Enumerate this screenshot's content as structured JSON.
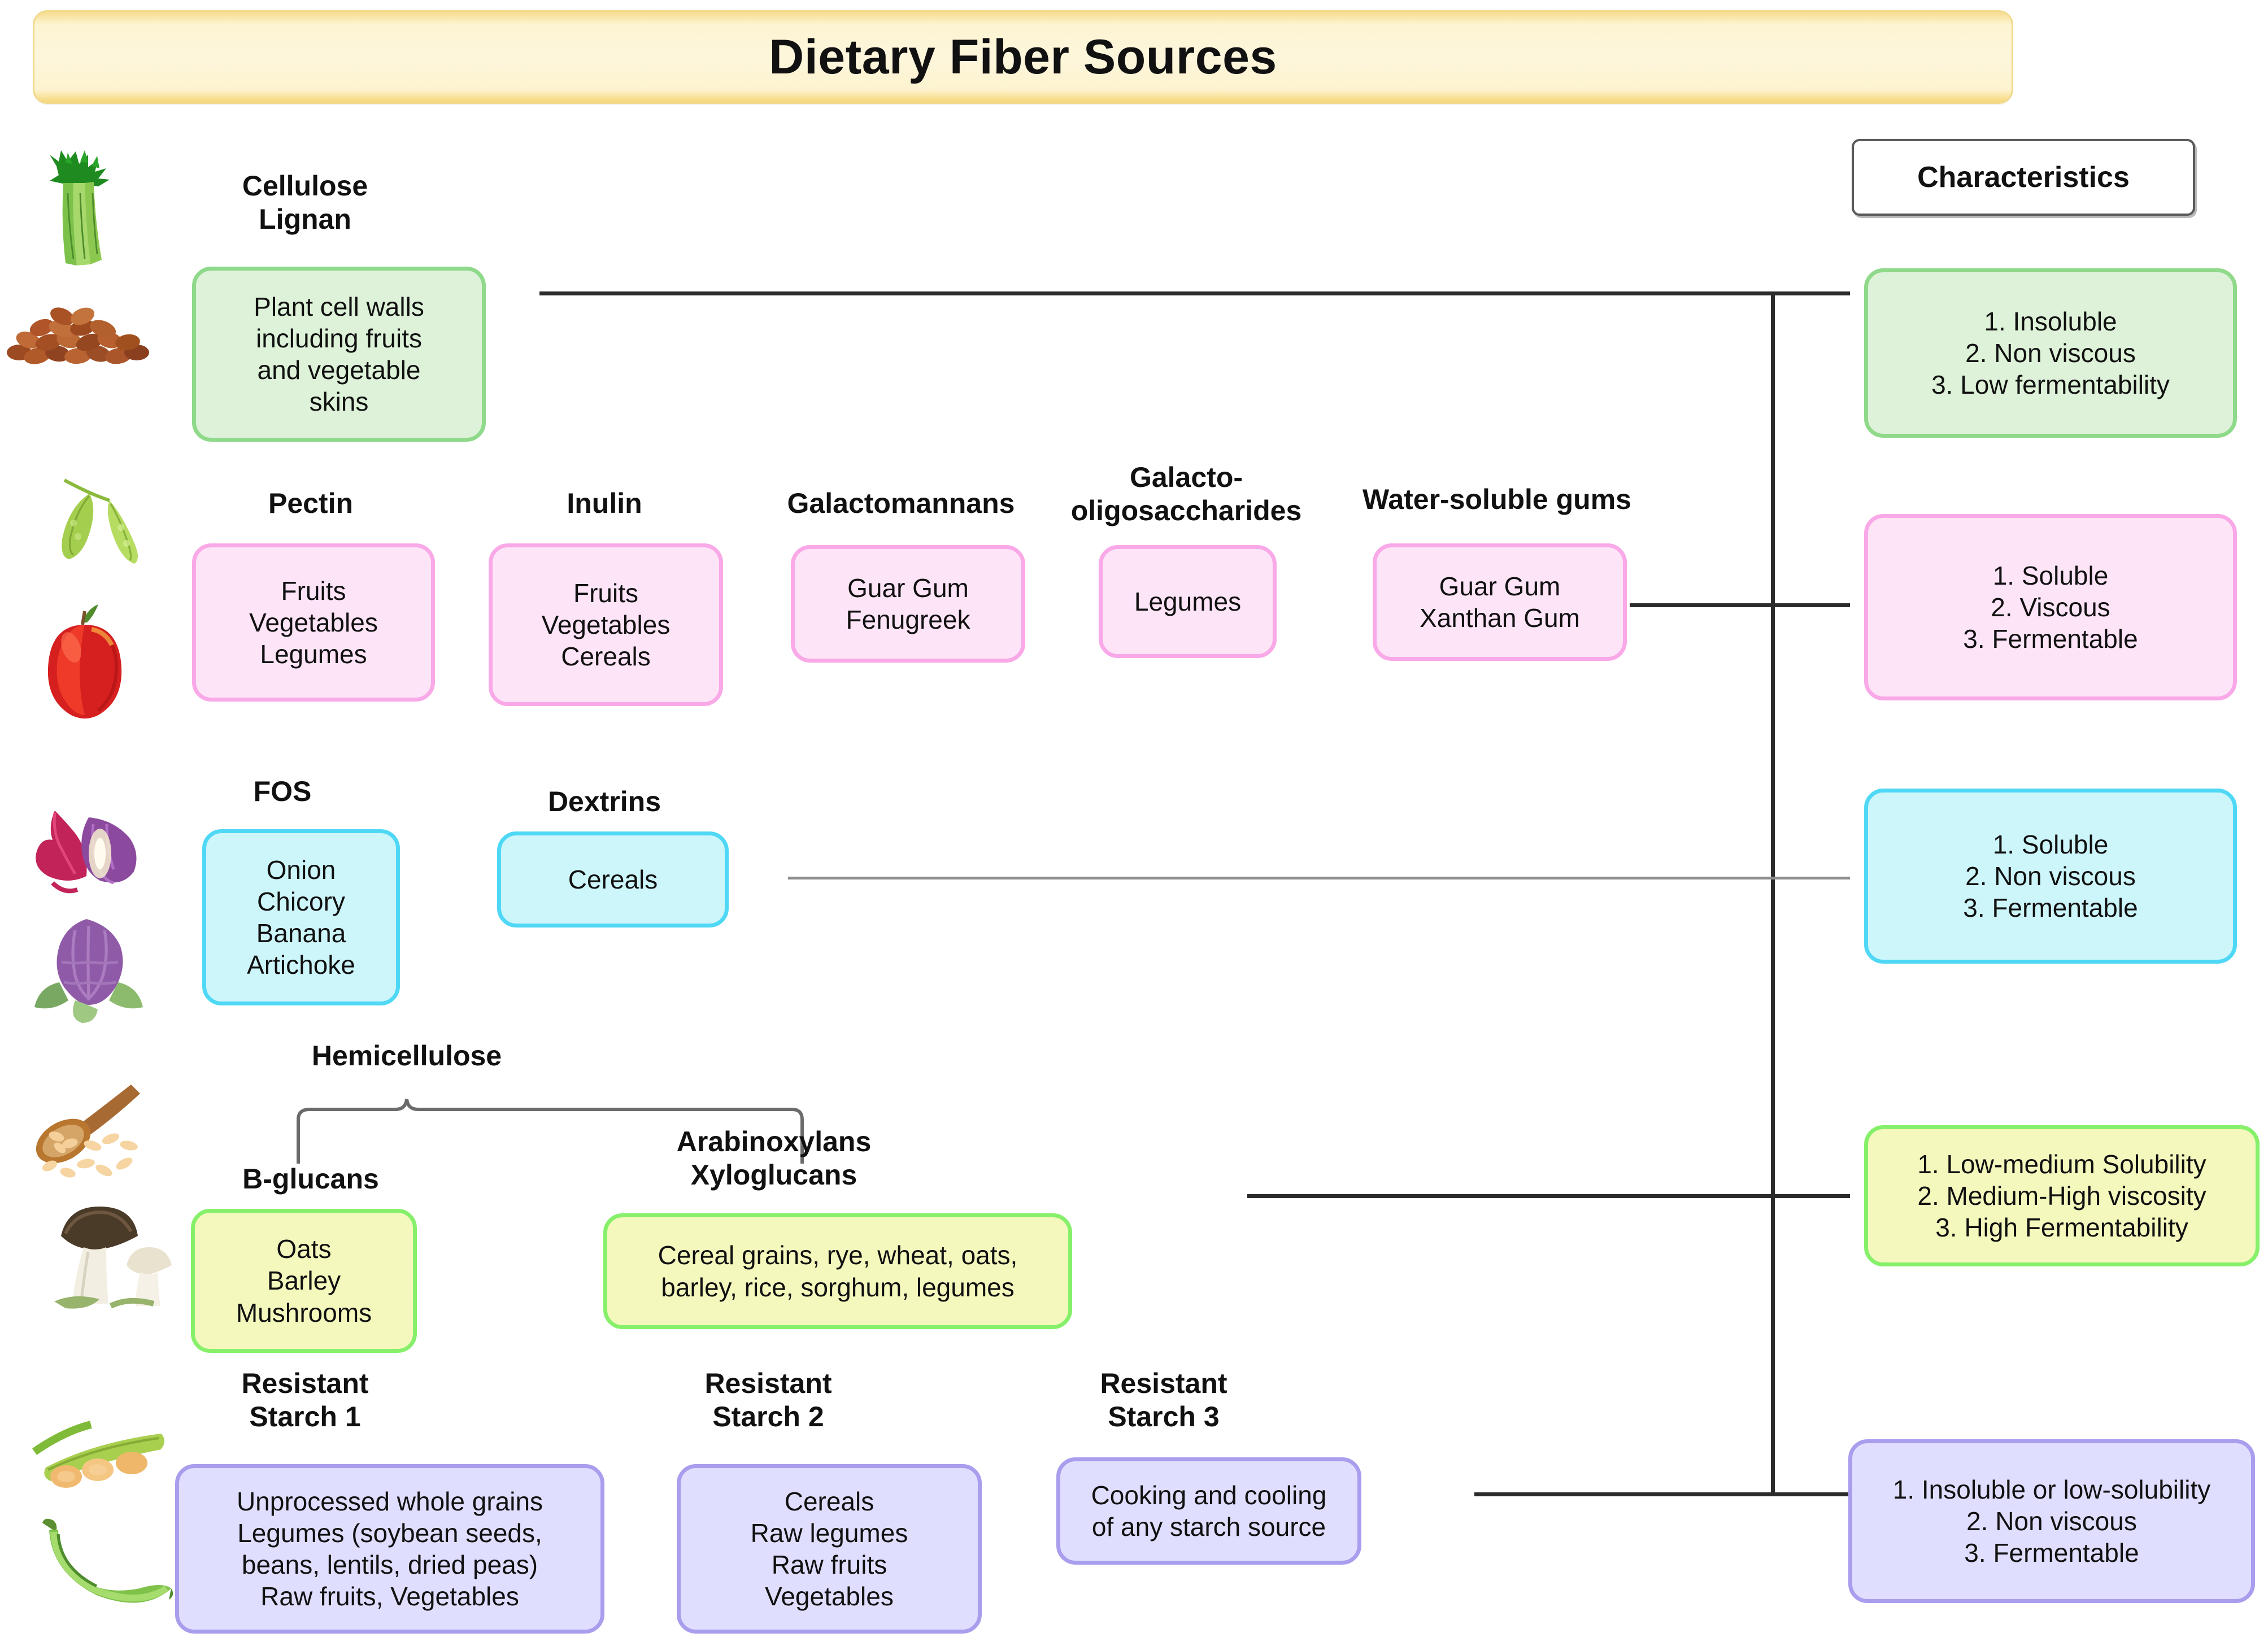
{
  "title": "Dietary Fiber Sources",
  "characteristics_header": "Characteristics",
  "rows": [
    {
      "id": "insoluble-row",
      "accent": "#8fd98a",
      "fill": "#ddf2d8",
      "images": [
        "celery-image",
        "beans-image"
      ],
      "groups": [
        {
          "label": "Cellulose\nLignan",
          "label_line1": "Cellulose",
          "label_line2": "Lignan",
          "items": [
            "Plant cell walls",
            "including fruits",
            "and vegetable",
            "skins"
          ]
        }
      ],
      "characteristics": [
        "1. Insoluble",
        "2. Non viscous",
        "3. Low fermentability"
      ]
    },
    {
      "id": "soluble-viscous-row",
      "accent": "#f9a8e8",
      "fill": "#fde4f7",
      "images": [
        "green-bean-pods-image",
        "apple-image"
      ],
      "groups": [
        {
          "label_line1": "Pectin",
          "label_line2": "",
          "items": [
            "Fruits",
            "Vegetables",
            "Legumes"
          ]
        },
        {
          "label_line1": "Inulin",
          "label_line2": "",
          "items": [
            "Fruits",
            "Vegetables",
            "Cereals"
          ]
        },
        {
          "label_line1": "Galactomannans",
          "label_line2": "",
          "items": [
            "Guar Gum",
            "Fenugreek"
          ]
        },
        {
          "label_line1": "Galacto-",
          "label_line2": "oligosaccharides",
          "items": [
            "Legumes"
          ]
        },
        {
          "label_line1": "Water-soluble gums",
          "label_line2": "",
          "items": [
            "Guar Gum",
            "Xanthan Gum"
          ]
        }
      ],
      "characteristics": [
        "1. Soluble",
        "2. Viscous",
        "3. Fermentable"
      ]
    },
    {
      "id": "soluble-nonviscous-row",
      "accent": "#4fd8f5",
      "fill": "#cdf6fb",
      "images": [
        "onion-image",
        "artichoke-image"
      ],
      "groups": [
        {
          "label_line1": "FOS",
          "label_line2": "",
          "items": [
            "Onion",
            "Chicory",
            "Banana",
            "Artichoke"
          ]
        },
        {
          "label_line1": "Dextrins",
          "label_line2": "",
          "items": [
            "Cereals"
          ]
        }
      ],
      "characteristics": [
        "1. Soluble",
        "2. Non viscous",
        "3. Fermentable"
      ]
    },
    {
      "id": "hemicellulose-row",
      "accent": "#86f06a",
      "fill": "#f4f8bd",
      "images": [
        "oat-spoon-image",
        "mushrooms-image"
      ],
      "brace_label": "Hemicellulose",
      "groups": [
        {
          "label_line1": "B-glucans",
          "label_line2": "",
          "items": [
            "Oats",
            "Barley",
            "Mushrooms"
          ]
        },
        {
          "label_line1": "Arabinoxylans",
          "label_line2": "Xyloglucans",
          "items": [
            "Cereal grains, rye, wheat, oats,",
            "barley, rice, sorghum, legumes"
          ]
        }
      ],
      "characteristics": [
        "1. Low-medium Solubility",
        "2. Medium-High viscosity",
        "3. High Fermentability"
      ]
    },
    {
      "id": "resistant-starch-row",
      "accent": "#a99ded",
      "fill": "#e0deff",
      "images": [
        "soybean-pod-image",
        "green-banana-image"
      ],
      "groups": [
        {
          "label_line1": "Resistant",
          "label_line2": "Starch 1",
          "items": [
            "Unprocessed whole grains",
            "Legumes (soybean seeds,",
            "beans, lentils, dried peas)",
            "Raw fruits, Vegetables"
          ]
        },
        {
          "label_line1": "Resistant",
          "label_line2": "Starch 2",
          "items": [
            "Cereals",
            "Raw legumes",
            "Raw fruits",
            "Vegetables"
          ]
        },
        {
          "label_line1": "Resistant",
          "label_line2": "Starch 3",
          "items": [
            "Cooking and cooling",
            "of any starch source"
          ]
        }
      ],
      "characteristics": [
        "1. Insoluble or low-solubility",
        "2. Non viscous",
        "3. Fermentable"
      ]
    }
  ],
  "colors": {
    "banner_fill": "#fdf4d2",
    "banner_border": "#f2d98c",
    "connector": "#2b2b2b",
    "connector_light": "#8d8d8d",
    "header_border": "#5a5a5a"
  }
}
